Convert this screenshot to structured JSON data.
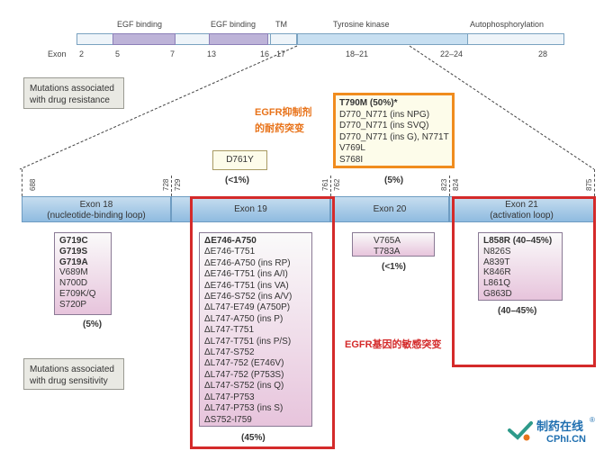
{
  "domains": {
    "egf1": "EGF binding",
    "egf2": "EGF binding",
    "tm": "TM",
    "tk": "Tyrosine kinase",
    "auto": "Autophosphorylation"
  },
  "exon_axis": {
    "label": "Exon",
    "numbers": [
      "2",
      "5",
      "7",
      "13",
      "16",
      "17",
      "18–21",
      "22–24",
      "28"
    ]
  },
  "resistance_label": "Mutations associated\nwith drug resistance",
  "sensitivity_label": "Mutations associated\nwith drug sensitivity",
  "resistance_cn": [
    "EGFR抑制剂",
    "的耐药突变"
  ],
  "sensitivity_cn": "EGFR基因的敏感突变",
  "d761y": {
    "label": "D761Y",
    "pct": "(<1%)"
  },
  "t790m": {
    "title": "T790M (50%)*",
    "items": [
      "D770_N771 (ins NPG)",
      "D770_N771 (ins SVQ)",
      "D770_N771 (ins G), N771T",
      "V769L",
      "S768I"
    ],
    "pct": "(5%)"
  },
  "residue_ticks": [
    "688",
    "728",
    "729",
    "761",
    "762",
    "823",
    "824",
    "875"
  ],
  "exons": {
    "e18": [
      "Exon 18",
      "(nucleotide-binding loop)"
    ],
    "e19": "Exon 19",
    "e20": "Exon 20",
    "e21": [
      "Exon 21",
      "(activation loop)"
    ]
  },
  "exon18_box": {
    "bold_items": [
      "G719C",
      "G719S",
      "G719A"
    ],
    "items": [
      "V689M",
      "N700D",
      "E709K/Q",
      "S720P"
    ],
    "pct": "(5%)"
  },
  "exon19_box": {
    "bold_item": "ΔE746-A750",
    "items": [
      "ΔE746-T751",
      "ΔE746-A750 (ins RP)",
      "ΔE746-T751 (ins A/I)",
      "ΔE746-T751 (ins VA)",
      "ΔE746-S752 (ins A/V)",
      "ΔL747-E749 (A750P)",
      "ΔL747-A750 (ins P)",
      "ΔL747-T751",
      "ΔL747-T751 (ins P/S)",
      "ΔL747-S752",
      "ΔL747-752 (E746V)",
      "ΔL747-752 (P753S)",
      "ΔL747-S752 (ins Q)",
      "ΔL747-P753",
      "ΔL747-P753 (ins S)",
      "ΔS752-I759"
    ],
    "pct": "(45%)"
  },
  "exon20_box": {
    "items": [
      "V765A",
      "T783A"
    ],
    "pct": "(<1%)"
  },
  "exon21_box": {
    "bold_item": "L858R (40–45%)",
    "items": [
      "N826S",
      "A839T",
      "K846R",
      "L861Q",
      "G863D"
    ],
    "pct": "(40–45%)"
  },
  "logo": {
    "cn": "制药在线",
    "reg": "®",
    "en": "CPhI.CN"
  },
  "colors": {
    "bar": "#c7dff1",
    "domain": "#bdb3d8",
    "red": "#d42a2a",
    "orange": "#f08c1e",
    "cn_text": "#e8731a",
    "logo_blue": "#1f6fb0"
  }
}
